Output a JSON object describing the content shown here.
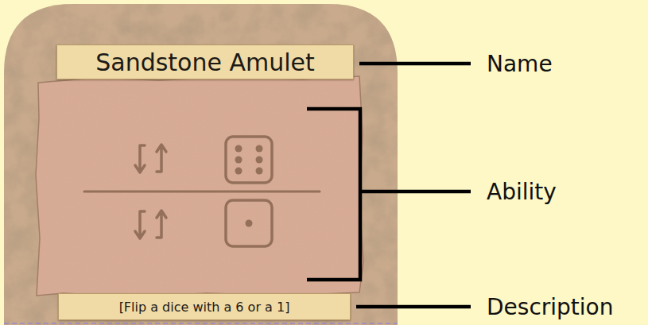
{
  "diagram": {
    "nodes": [
      {
        "text": [
          "Sandstone Amulet"
        ]
      },
      {
        "text": [
          "[Flip a dice with a 6 or a 1]"
        ]
      }
    ],
    "labels": [
      "Name",
      "Ability",
      "Description"
    ]
  }
}
